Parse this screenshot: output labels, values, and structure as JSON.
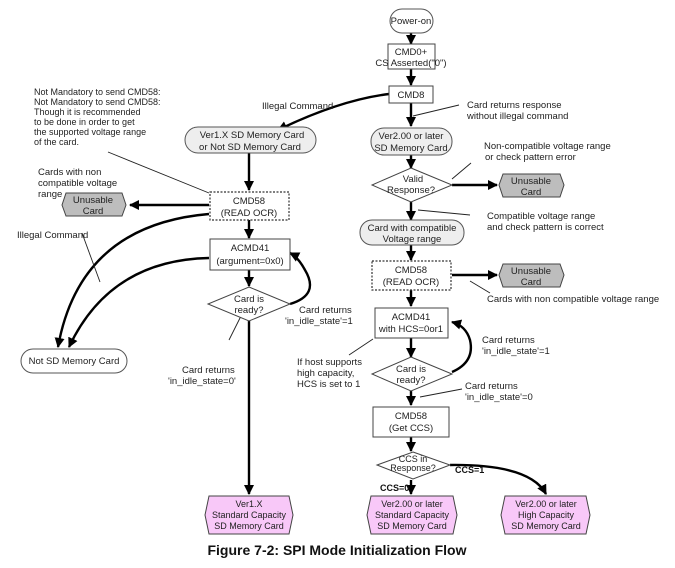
{
  "caption": "Figure 7-2: SPI Mode Initialization Flow",
  "colors": {
    "terminal_fill": "#eeeeee",
    "unusable_fill": "#bdbdbd",
    "result_fill": "#f8c8f8",
    "line": "#000000"
  },
  "nodes": {
    "power_on": [
      "Power-on"
    ],
    "cmd0": [
      "CMD0+",
      "CS Asserted(\"0\")"
    ],
    "cmd8": [
      "CMD8"
    ],
    "ver1_or_not": [
      "Ver1.X SD Memory Card",
      "or Not SD Memory Card"
    ],
    "ver2_card": [
      "Ver2.00 or later",
      "SD Memory Card"
    ],
    "valid_response": [
      "Valid",
      "Response?"
    ],
    "unusable_right_1": [
      "Unusable",
      "Card"
    ],
    "compatible_card": [
      "Card with compatible",
      "Voltage range"
    ],
    "cmd58_right": [
      "CMD58",
      "(READ OCR)"
    ],
    "unusable_right_2": [
      "Unusable",
      "Card"
    ],
    "acmd41_hcs": [
      "ACMD41",
      "with HCS=0or1"
    ],
    "card_ready_right": [
      "Card is",
      "ready?"
    ],
    "cmd58_ccs": [
      "CMD58",
      "(Get CCS)"
    ],
    "ccs_decision": [
      "CCS in",
      "Response?"
    ],
    "ver2_standard": [
      "Ver2.00 or later",
      "Standard Capacity",
      "SD Memory Card"
    ],
    "ver2_high": [
      "Ver2.00 or later",
      "High Capacity",
      "SD Memory Card"
    ],
    "cmd58_left": [
      "CMD58",
      "(READ OCR)"
    ],
    "unusable_left": [
      "Unusable",
      "Card"
    ],
    "acmd41_left": [
      "ACMD41",
      "(argument=0x0)"
    ],
    "card_ready_left": [
      "Card is",
      "ready?"
    ],
    "not_sd": [
      "Not SD Memory Card"
    ],
    "ver1_standard": [
      "Ver1.X",
      "Standard Capacity",
      "SD Memory Card"
    ]
  },
  "annotations": {
    "not_mandatory": [
      "Not Mandatory to send CMD58:",
      "Not Mandatory to send CMD58:",
      "Though it is recommended",
      "to be done in order to get",
      "the supported voltage range",
      "of the card."
    ],
    "illegal_command_top": [
      "Illegal Command"
    ],
    "card_returns_response": [
      "Card returns response",
      "without illegal command"
    ],
    "non_compatible_check": [
      "Non-compatible voltage range",
      "or check pattern error"
    ],
    "compatible_check": [
      "Compatible voltage range",
      "and check pattern is correct"
    ],
    "cards_non_compatible_left": [
      "Cards with non",
      "compatible voltage",
      "range"
    ],
    "illegal_command_left": [
      "Illegal Command"
    ],
    "cards_non_compatible_right": [
      "Cards with non compatible voltage range"
    ],
    "idle1_left": [
      "Card returns",
      "'in_idle_state'=1"
    ],
    "idle0_left": [
      "Card returns",
      "'in_idle_state=0'"
    ],
    "host_supports": [
      "If host supports",
      "high capacity,",
      "HCS is set to 1"
    ],
    "idle1_right": [
      "Card returns",
      "'in_idle_state'=1"
    ],
    "idle0_right": [
      "Card returns",
      "'in_idle_state'=0"
    ],
    "ccs1": [
      "CCS=1"
    ],
    "ccs0": [
      "CCS=0"
    ]
  }
}
